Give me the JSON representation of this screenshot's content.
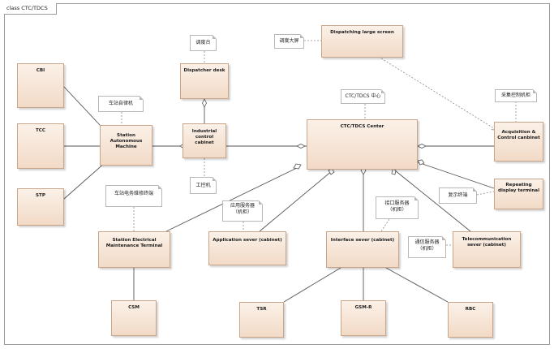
{
  "diagram": {
    "frame_label": "class CTC/TDCS",
    "nodes": {
      "cbi": "CBI",
      "tcc": "TCC",
      "stp": "STP",
      "station_machine": "Station Autonomous Machine",
      "dispatcher_desk": "Dispatcher desk",
      "industrial_cabinet": "Industrial control cabinet",
      "dispatching_screen": "Dispatching large screen",
      "ctc_center": "CTC/TDCS Center",
      "acquisition_cabinet": "Acquisition & Control canbinet",
      "repeating_display": "Repeating display terminal",
      "maintenance_terminal": "Station Electrical Maintenance Terminal",
      "application_server": "Application sever (cabinet)",
      "interface_server": "Interface sever (cabinet)",
      "telecom_server": "Telecommunication sever (cabinet)",
      "csm": "CSM",
      "tsr": "TSR",
      "gsmr": "GSM-R",
      "rbc": "RBC"
    },
    "notes": {
      "dispatcher_desk": "调度台",
      "station_machine": "车站自律机",
      "industrial_cabinet": "工控机",
      "dispatching_screen": "调度大屏",
      "ctc_center": "CTC/TDCS 中心",
      "acquisition_cabinet": "采集控制机柜",
      "repeating_display": "复示终端",
      "maintenance_terminal": "车站电务维修终端",
      "application_server": "应用服务器\n（机柜）",
      "interface_server": "接口服务器\n（机柜）",
      "telecom_server": "通信服务器\n（机柜）"
    }
  }
}
